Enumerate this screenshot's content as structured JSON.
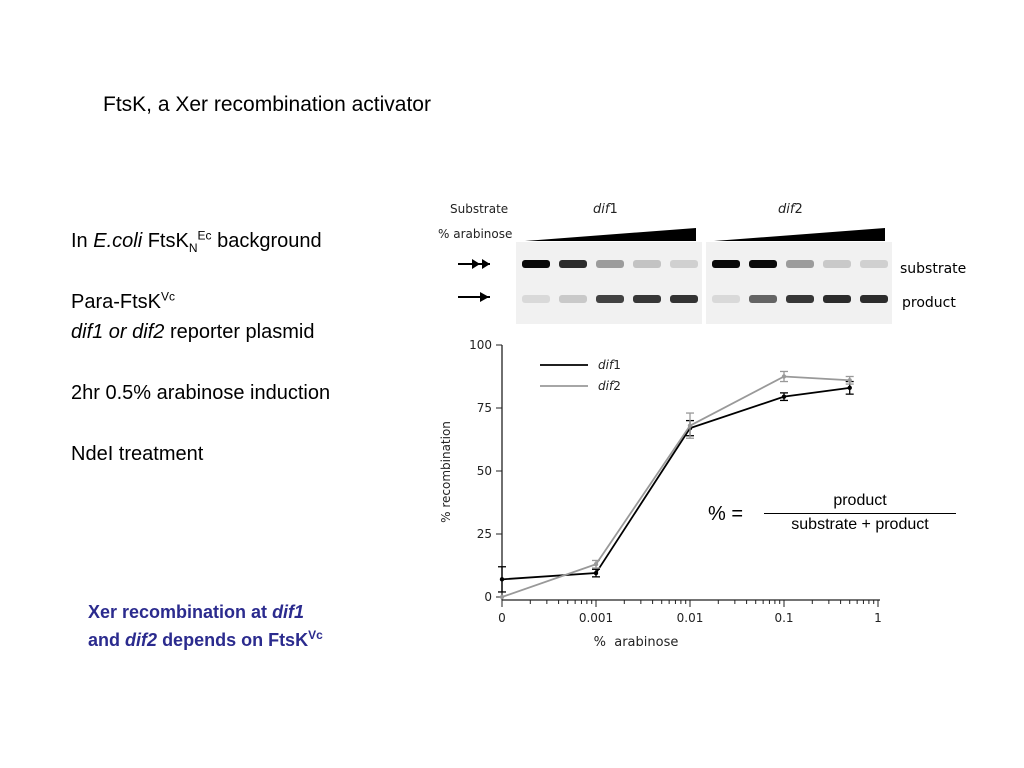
{
  "slide": {
    "title": "FtsK, a Xer recombination activator",
    "bullets": {
      "line1_in": "In",
      "line1_species": "E.coli",
      "line1_protein": "FtsK",
      "line1_sub": "N",
      "line1_sup": "Ec",
      "line1_tail": "background",
      "line2_text": "Para-FtsK",
      "line2_sup": "Vc",
      "line3_italic": "dif1 or dif2",
      "line3_tail": "reporter plasmid",
      "line4": "2hr 0.5% arabinose induction",
      "line5": "NdeI treatment"
    },
    "conclusion": {
      "line1_a": "Xer recombination at",
      "line1_b": "dif1",
      "line2_a": "and",
      "line2_b": "dif2",
      "line2_c": "depends on FtsK",
      "line2_sup": "Vc"
    },
    "formula": {
      "lhs": "% =",
      "numerator": "product",
      "denominator": "substrate + product"
    }
  },
  "gel": {
    "substrate_header": "Substrate",
    "arabinose_label": "% arabinose",
    "group1_pre": "dif",
    "group1_post": "1",
    "group2_pre": "dif",
    "group2_post": "2",
    "band_label_substrate": "substrate",
    "band_label_product": "product",
    "lanes": {
      "dif1": {
        "substrate": [
          1.0,
          0.85,
          0.35,
          0.18,
          0.12
        ],
        "product": [
          0.08,
          0.15,
          0.75,
          0.8,
          0.82
        ]
      },
      "dif2": {
        "substrate": [
          1.0,
          1.0,
          0.35,
          0.15,
          0.12
        ],
        "product": [
          0.08,
          0.6,
          0.8,
          0.85,
          0.85
        ]
      }
    }
  },
  "chart_data": {
    "type": "line",
    "xlabel": "%  arabinose",
    "ylabel": "% recombination",
    "x_scale": "log-with-zero",
    "x_ticks": [
      "0",
      "0.001",
      "0.01",
      "0.1",
      "1"
    ],
    "y_ticks": [
      "0",
      "25",
      "50",
      "75",
      "100"
    ],
    "ylim": [
      0,
      100
    ],
    "legend_position": "top-left",
    "series": [
      {
        "name_pre": "dif",
        "name_post": "1",
        "color": "#000000",
        "points": [
          {
            "x": 0,
            "y": 7,
            "err": 5
          },
          {
            "x": 0.001,
            "y": 9.5,
            "err": 1.5
          },
          {
            "x": 0.01,
            "y": 67,
            "err": 3
          },
          {
            "x": 0.1,
            "y": 79.5,
            "err": 1.5
          },
          {
            "x": 0.5,
            "y": 83,
            "err": 2.5
          }
        ]
      },
      {
        "name_pre": "dif",
        "name_post": "2",
        "color": "#999999",
        "points": [
          {
            "x": 0,
            "y": 0,
            "err": 0
          },
          {
            "x": 0.001,
            "y": 13,
            "err": 1.5
          },
          {
            "x": 0.01,
            "y": 68,
            "err": 5
          },
          {
            "x": 0.1,
            "y": 87.5,
            "err": 2
          },
          {
            "x": 0.5,
            "y": 86,
            "err": 1.5
          }
        ]
      }
    ]
  }
}
